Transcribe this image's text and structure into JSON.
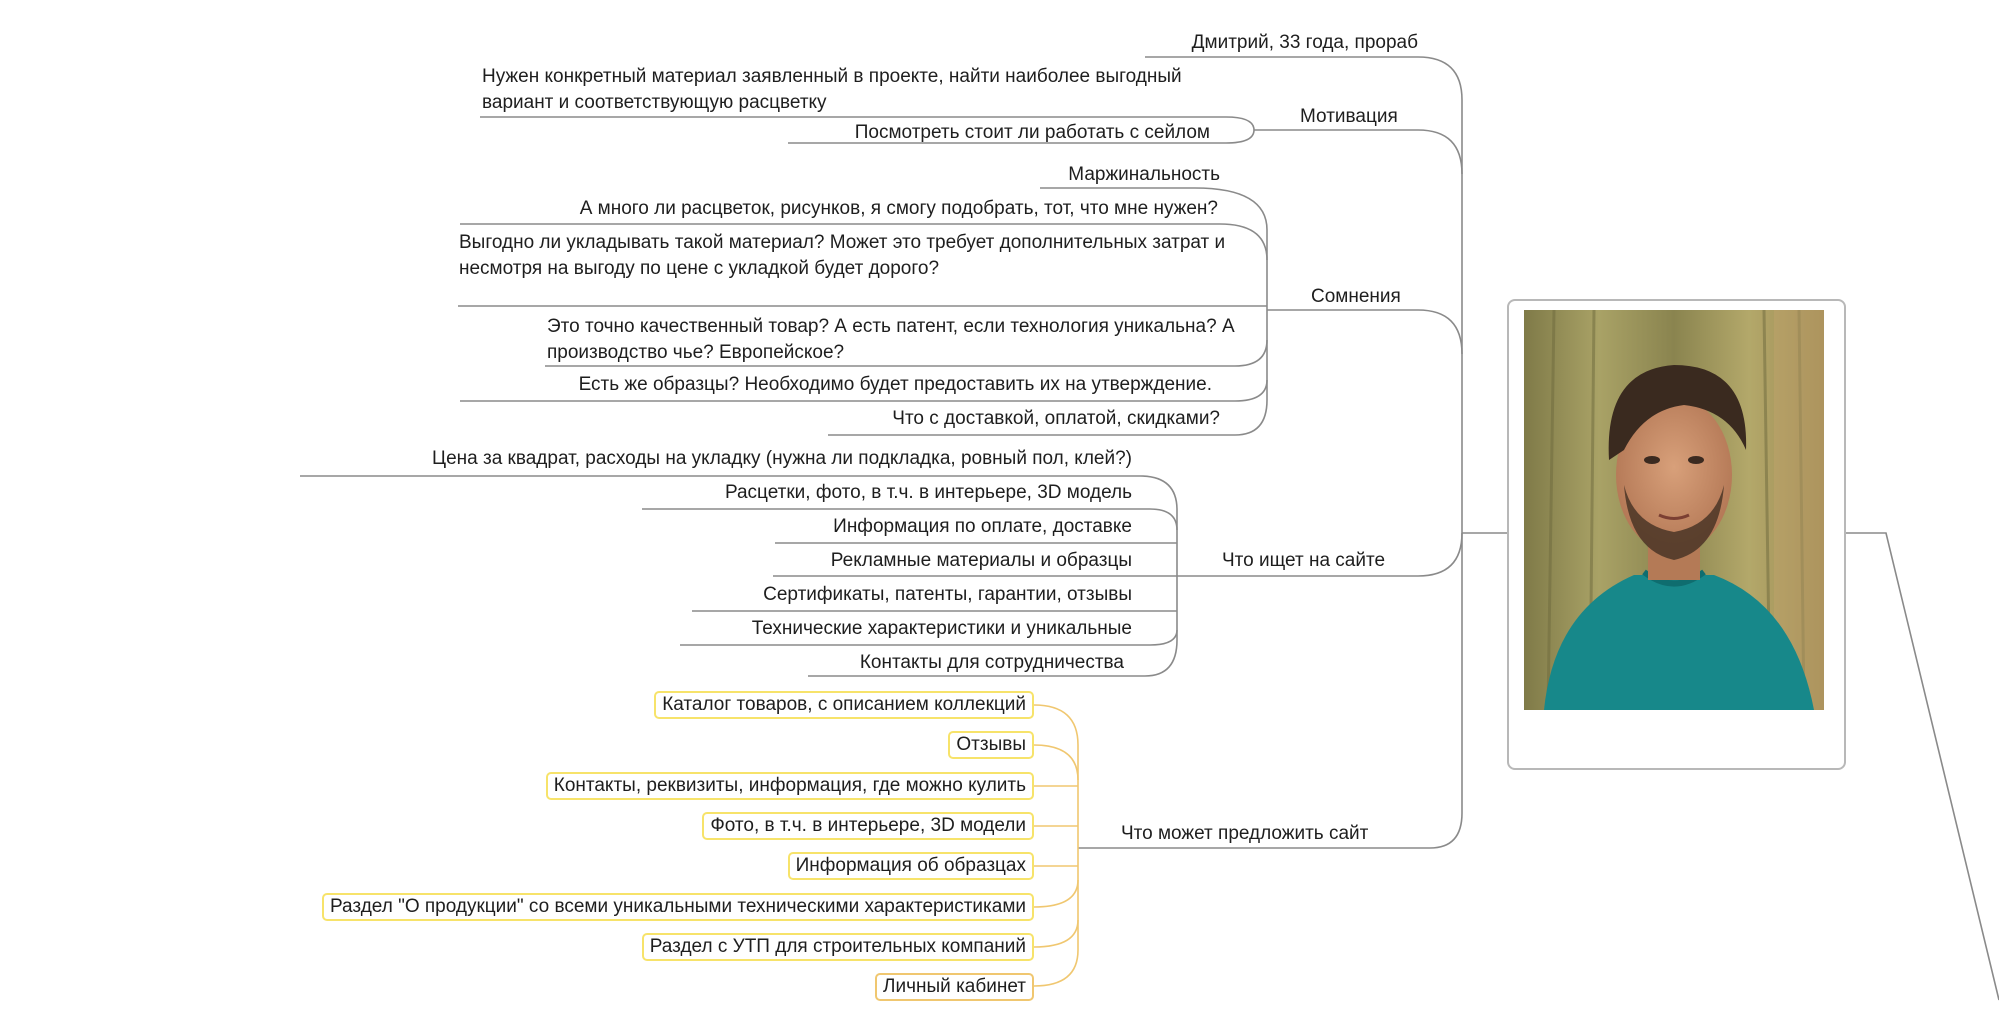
{
  "root": {
    "label": "Дмитрий, 33 года, прораб"
  },
  "branches": [
    {
      "label": "Мотивация",
      "items": [
        "Нужен конкретный материал заявленный в проекте, найти наиболее выгодный вариант и соответствующую расцветку",
        "Посмотреть стоит ли работать с сейлом"
      ]
    },
    {
      "label": "Сомнения",
      "items": [
        "Маржинальность",
        "А много ли расцветок, рисунков, я смогу подобрать, тот, что мне нужен?",
        "Выгодно ли укладывать такой материал? Может это требует дополнительных затрат и несмотря на выгоду по цене с укладкой будет дорого?",
        "Это точно качественный товар? А есть патент, если технология уникальна? А производство чье? Европейское?",
        "Есть же образцы? Необходимо будет предоставить их на утверждение.",
        "Что с доставкой, оплатой, скидками?"
      ]
    },
    {
      "label": "Что ищет на сайте",
      "items": [
        "Цена за квадрат, расходы на укладку (нужна ли подкладка, ровный пол, клей?)",
        "Расцетки, фото, в т.ч. в интерьере,  3D модель",
        "Информация по оплате, доставке",
        "Рекламные материалы и образцы",
        "Сертификаты, патенты, гарантии, отзывы",
        "Технические характеристики и уникальные",
        "Контакты для сотрудничества"
      ]
    },
    {
      "label": "Что может предложить сайт",
      "items": [
        "Каталог товаров, с описанием коллекций",
        "Отзывы",
        "Контакты, реквизиты, информация, где можно кулить",
        "Фото, в т.ч. в интерьере, 3D модели",
        "Информация об образцах",
        "Раздел \"О продукции\" со всеми уникальными техническими характеристиками",
        "Раздел с УТП для строительных компаний",
        "Личный кабинет"
      ]
    }
  ],
  "colors": {
    "line": "#8a8a8a",
    "box_border_yellow": "#f7e36a",
    "box_border_orange": "#f0c770",
    "frame_border": "#b8b8b8"
  }
}
